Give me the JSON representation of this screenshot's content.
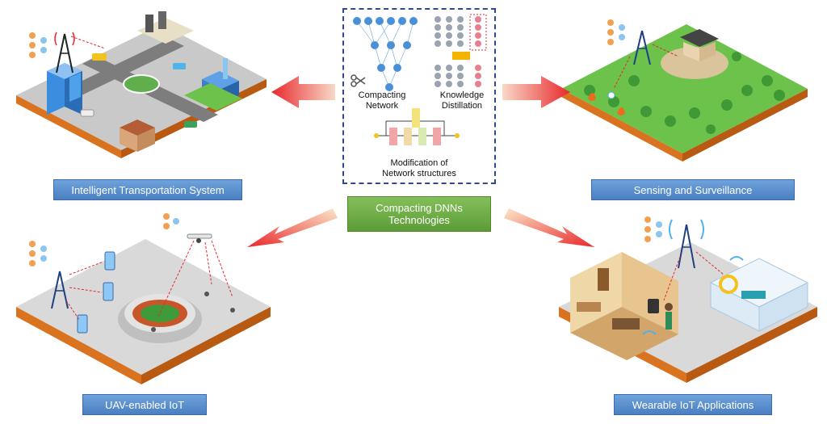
{
  "center": {
    "compacting_network": [
      "Compacting",
      "Network"
    ],
    "knowledge_distillation": [
      "Knowledge",
      "Distillation"
    ],
    "modification": [
      "Modification of",
      "Network structures"
    ],
    "title_line1": "Compacting DNNs",
    "title_line2": "Technologies"
  },
  "panels": {
    "its": "Intelligent Transportation System",
    "sensing": "Sensing and Surveillance",
    "uav": "UAV-enabled IoT",
    "wearable": "Wearable IoT Applications"
  },
  "colors": {
    "label_blue": "#4a7fc1",
    "label_green": "#5c9c36",
    "arrow_red": "#e8282b",
    "frame_dash": "#2e4a8c"
  }
}
